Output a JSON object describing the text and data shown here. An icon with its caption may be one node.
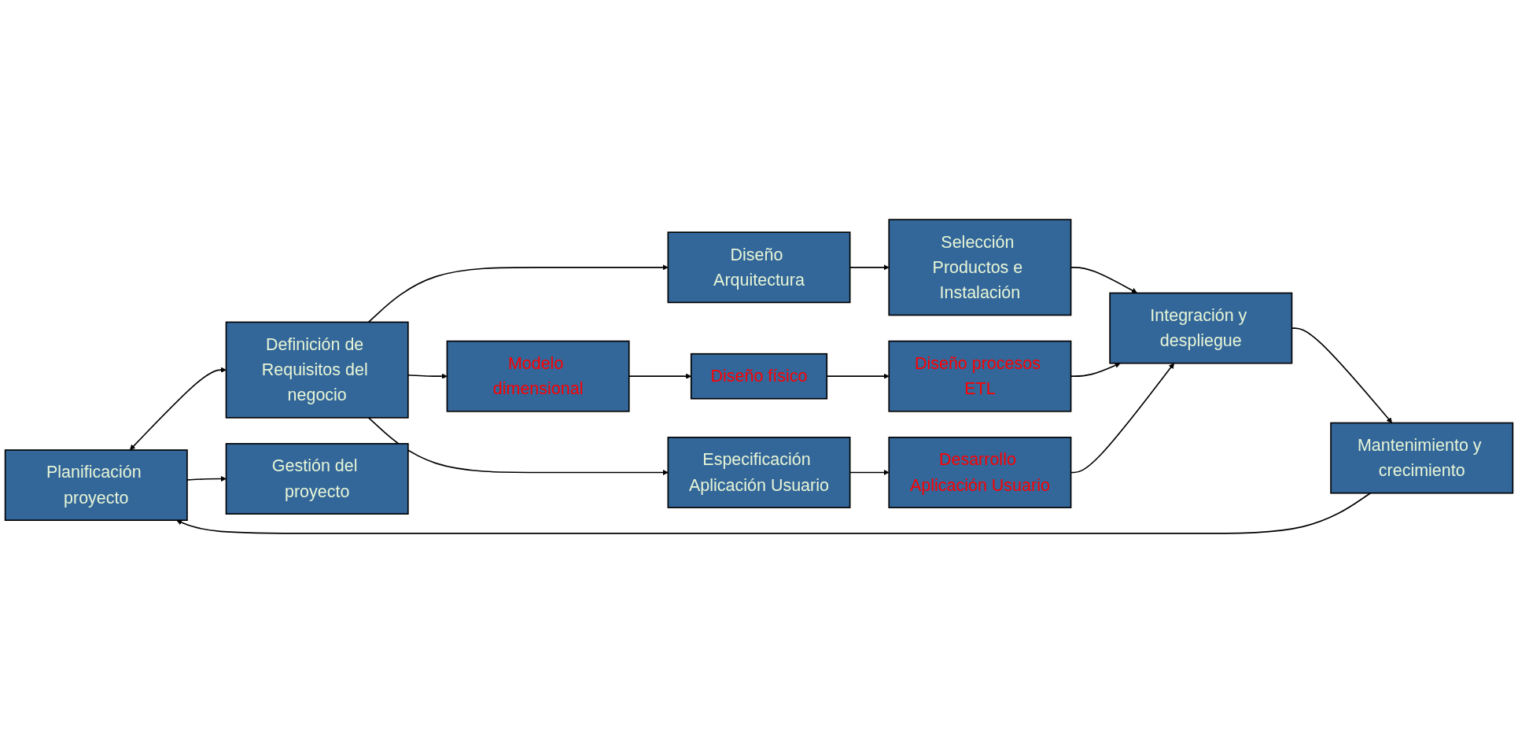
{
  "diagram": {
    "nodes": [
      {
        "text": [
          "Planificación proyecto"
        ]
      },
      {
        "text": [
          "Definición de Requisitos del negocio"
        ]
      },
      {
        "text": [
          "Diseño Arquitectura"
        ]
      },
      {
        "text": [
          "Selección Productos e Instalación"
        ]
      },
      {
        "text": [
          "Modelo dimensional"
        ]
      },
      {
        "text": [
          "Diseño físico"
        ]
      },
      {
        "text": [
          "Diseño procesos ETL"
        ]
      },
      {
        "text": [
          "Especificación Aplicación Usuario"
        ]
      },
      {
        "text": [
          "Desarrollo Aplicación Usuario"
        ]
      },
      {
        "text": [
          "Integración y despliegue"
        ]
      },
      {
        "text": [
          "Mantenimiento y crecimiento"
        ]
      },
      {
        "text": [
          "Gestión del proyecto"
        ]
      }
    ],
    "edges": [
      {
        "from": 0,
        "to": 1,
        "arrow": "both"
      },
      {
        "from": 1,
        "to": 2,
        "arrow": "to"
      },
      {
        "from": 2,
        "to": 3,
        "arrow": "to"
      },
      {
        "from": 1,
        "to": 4,
        "arrow": "to"
      },
      {
        "from": 4,
        "to": 5,
        "arrow": "to"
      },
      {
        "from": 5,
        "to": 6,
        "arrow": "to"
      },
      {
        "from": 1,
        "to": 7,
        "arrow": "to"
      },
      {
        "from": 7,
        "to": 8,
        "arrow": "to"
      },
      {
        "from": 3,
        "to": 9,
        "arrow": "to"
      },
      {
        "from": 6,
        "to": 9,
        "arrow": "to"
      },
      {
        "from": 8,
        "to": 9,
        "arrow": "to"
      },
      {
        "from": 9,
        "to": 10,
        "arrow": "to"
      },
      {
        "from": 10,
        "to": 0,
        "arrow": "to"
      },
      {
        "from": 0,
        "to": 11,
        "arrow": "to"
      }
    ]
  }
}
